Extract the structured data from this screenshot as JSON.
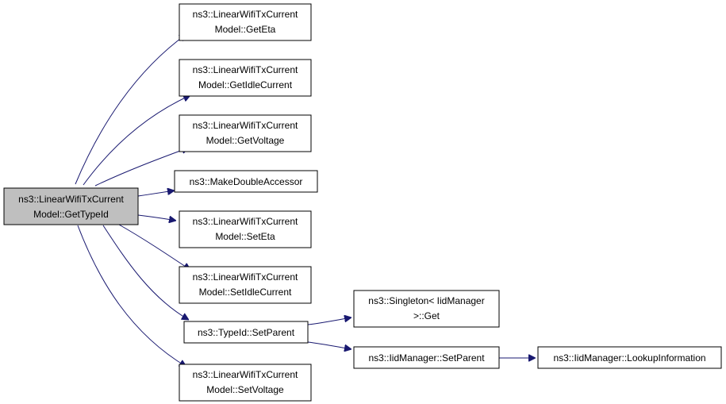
{
  "root": {
    "line1": "ns3::LinearWifiTxCurrent",
    "line2": "Model::GetTypeId"
  },
  "callees": [
    {
      "line1": "ns3::LinearWifiTxCurrent",
      "line2": "Model::GetEta"
    },
    {
      "line1": "ns3::LinearWifiTxCurrent",
      "line2": "Model::GetIdleCurrent"
    },
    {
      "line1": "ns3::LinearWifiTxCurrent",
      "line2": "Model::GetVoltage"
    },
    {
      "line1": "ns3::MakeDoubleAccessor",
      "line2": ""
    },
    {
      "line1": "ns3::LinearWifiTxCurrent",
      "line2": "Model::SetEta"
    },
    {
      "line1": "ns3::LinearWifiTxCurrent",
      "line2": "Model::SetIdleCurrent"
    },
    {
      "line1": "ns3::TypeId::SetParent",
      "line2": ""
    },
    {
      "line1": "ns3::LinearWifiTxCurrent",
      "line2": "Model::SetVoltage"
    }
  ],
  "setparent_callees": [
    {
      "line1": "ns3::Singleton< IidManager",
      "line2": ">::Get"
    },
    {
      "line1": "ns3::IidManager::SetParent",
      "line2": ""
    }
  ],
  "iid_callees": [
    {
      "line1": "ns3::IidManager::LookupInformation",
      "line2": ""
    }
  ],
  "colors": {
    "edge": "#191970",
    "root_fill": "#bfbfbf",
    "node_fill": "#ffffff",
    "border": "#000000"
  }
}
